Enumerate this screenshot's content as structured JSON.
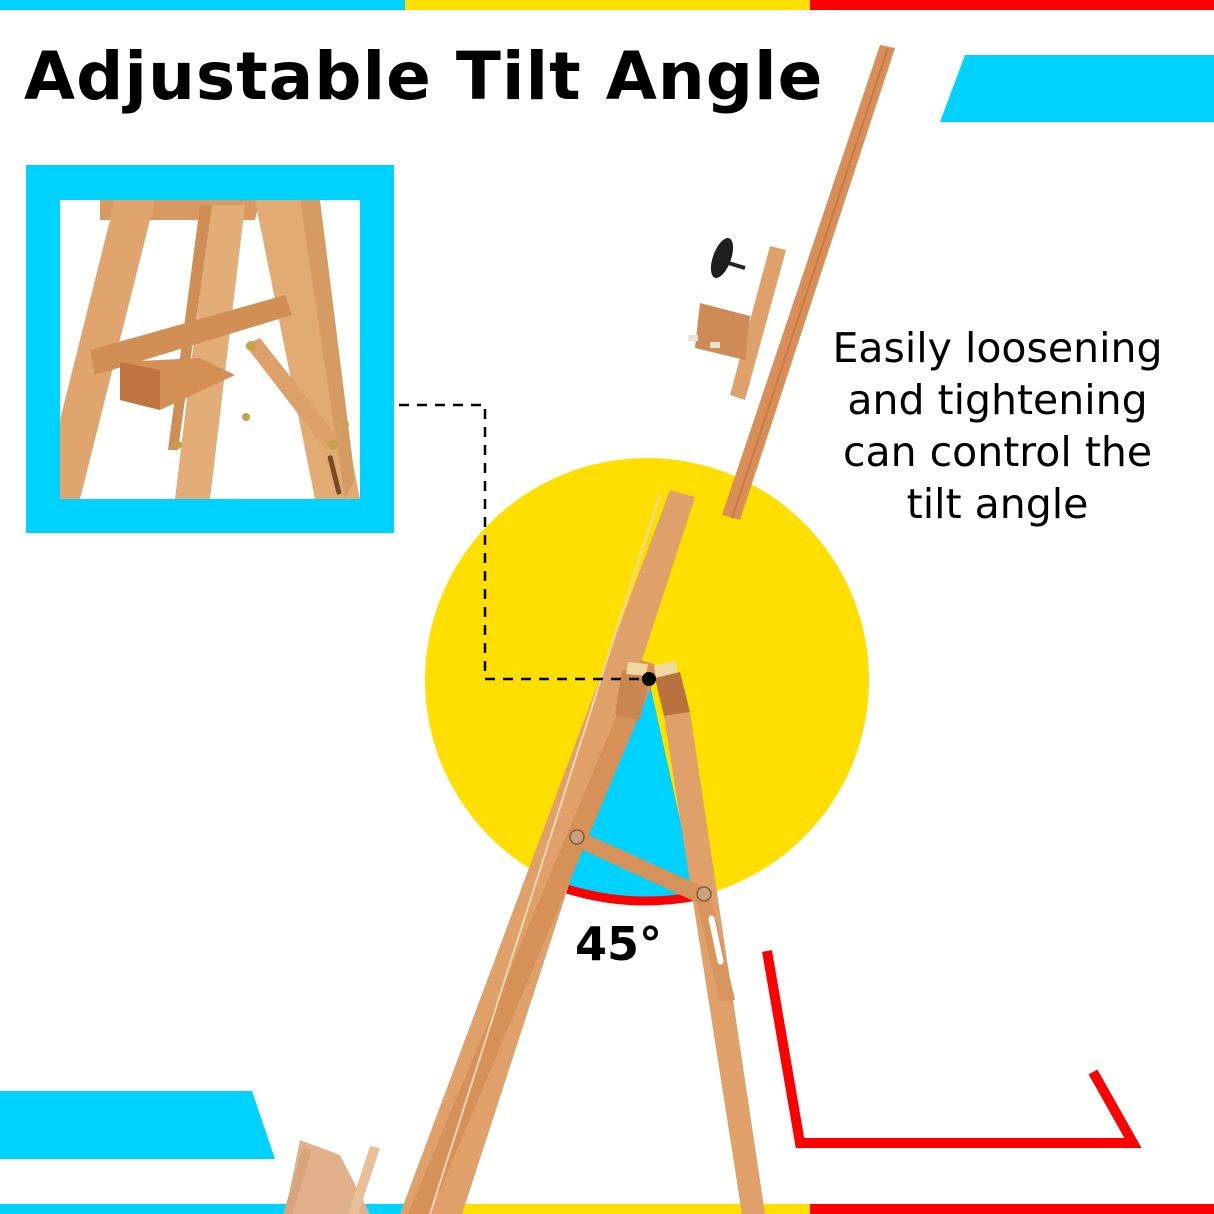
{
  "title": "Adjustable Tilt Angle",
  "caption": {
    "lines": [
      "Easily loosening",
      "and tightening",
      "can control the",
      "tilt angle"
    ],
    "full": "Easily loosening and tightening can control the tilt angle"
  },
  "angle": {
    "value": 45,
    "label": "45°"
  },
  "colors": {
    "cyan": "#00d2ff",
    "yellow": "#ffde00",
    "red": "#ff0000",
    "wood": "#dfa06a",
    "wood_dark": "#c8834e",
    "black": "#000000"
  },
  "decor": {
    "top_stripe": [
      "cyan",
      "yellow",
      "red"
    ],
    "bottom_stripe": [
      "cyan",
      "yellow",
      "red"
    ]
  },
  "inset": {
    "description": "close-up of easel hinge and wing-nut adjustment mechanism"
  }
}
